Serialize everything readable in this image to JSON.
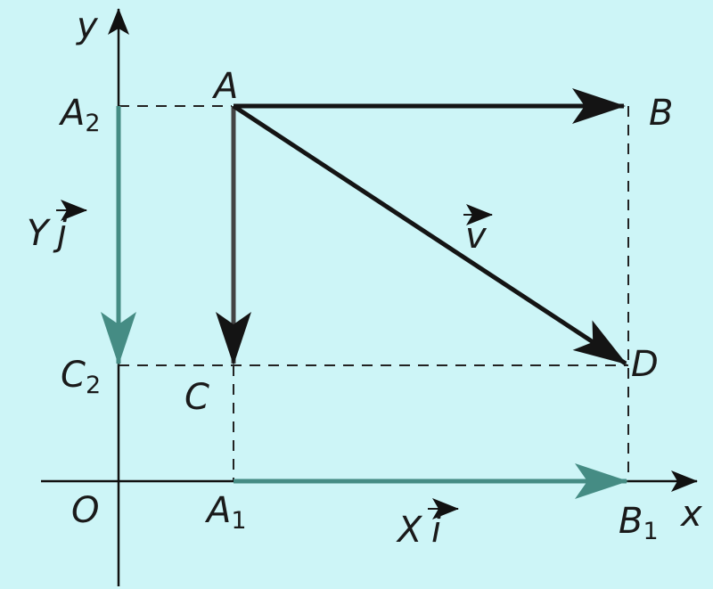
{
  "axes": {
    "x_label": "x",
    "y_label": "y",
    "origin_label": "O"
  },
  "points": {
    "A": "A",
    "B": "B",
    "C": "C",
    "D": "D",
    "A2": {
      "base": "A",
      "sub": "2"
    },
    "C2": {
      "base": "C",
      "sub": "2"
    },
    "A1": {
      "base": "A",
      "sub": "1"
    },
    "B1": {
      "base": "B",
      "sub": "1"
    }
  },
  "vectors": {
    "v": "v",
    "Yj": {
      "coef": "Y",
      "unit": "j"
    },
    "Xi": {
      "coef": "X",
      "unit": "i"
    }
  },
  "colors": {
    "background": "#cdf5f7",
    "axis": "#111111",
    "main_vector": "#141414",
    "component_vector": "#458c84",
    "dashed": "#222222",
    "grey_vector": "#444444"
  }
}
